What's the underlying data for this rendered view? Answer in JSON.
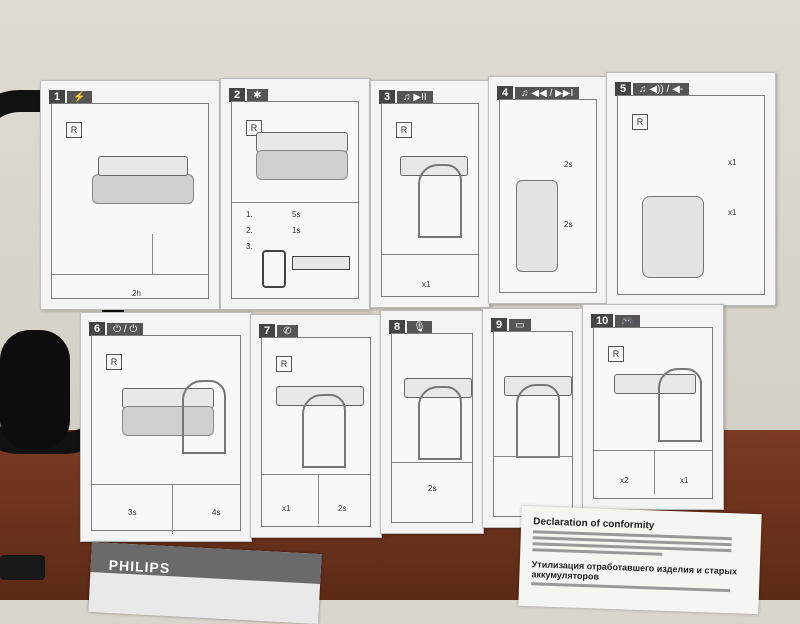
{
  "manual": {
    "panels_top": [
      {
        "num": "1",
        "sym": "⚡"
      },
      {
        "num": "2",
        "sym": "✱"
      },
      {
        "num": "3",
        "sym": "♫ ▶II"
      },
      {
        "num": "4",
        "sym": "♫ ◀◀ / ▶▶I"
      },
      {
        "num": "5",
        "sym": "♫ ◀)) / ◀-"
      }
    ],
    "panels_bottom": [
      {
        "num": "6",
        "sym": "⏻ / ⏻"
      },
      {
        "num": "7",
        "sym": "✆"
      },
      {
        "num": "8",
        "sym": "🎙"
      },
      {
        "num": "9",
        "sym": "▭"
      },
      {
        "num": "10",
        "sym": "🎮"
      }
    ],
    "r_label": "R",
    "panel1_time": "2h",
    "panel2_steps": [
      "1.",
      "2.",
      "3."
    ],
    "panel2_times": [
      "5s",
      "1s"
    ],
    "panel3_x": "x1",
    "panel4_times": [
      "2s",
      "2s"
    ],
    "panel5_x": [
      "x1",
      "x1"
    ],
    "panel6_times": [
      "3s",
      "4s"
    ],
    "panel7_x": [
      "x1",
      "2s"
    ],
    "panel8_times": [
      "2s"
    ],
    "panel10_x": [
      "x2",
      "x1"
    ]
  },
  "doc": {
    "title": "Declaration of conformity",
    "subtitle": "Утилизация отработавшего изделия и старых аккумуляторов"
  },
  "booklet": {
    "logo": "PHILIPS"
  }
}
